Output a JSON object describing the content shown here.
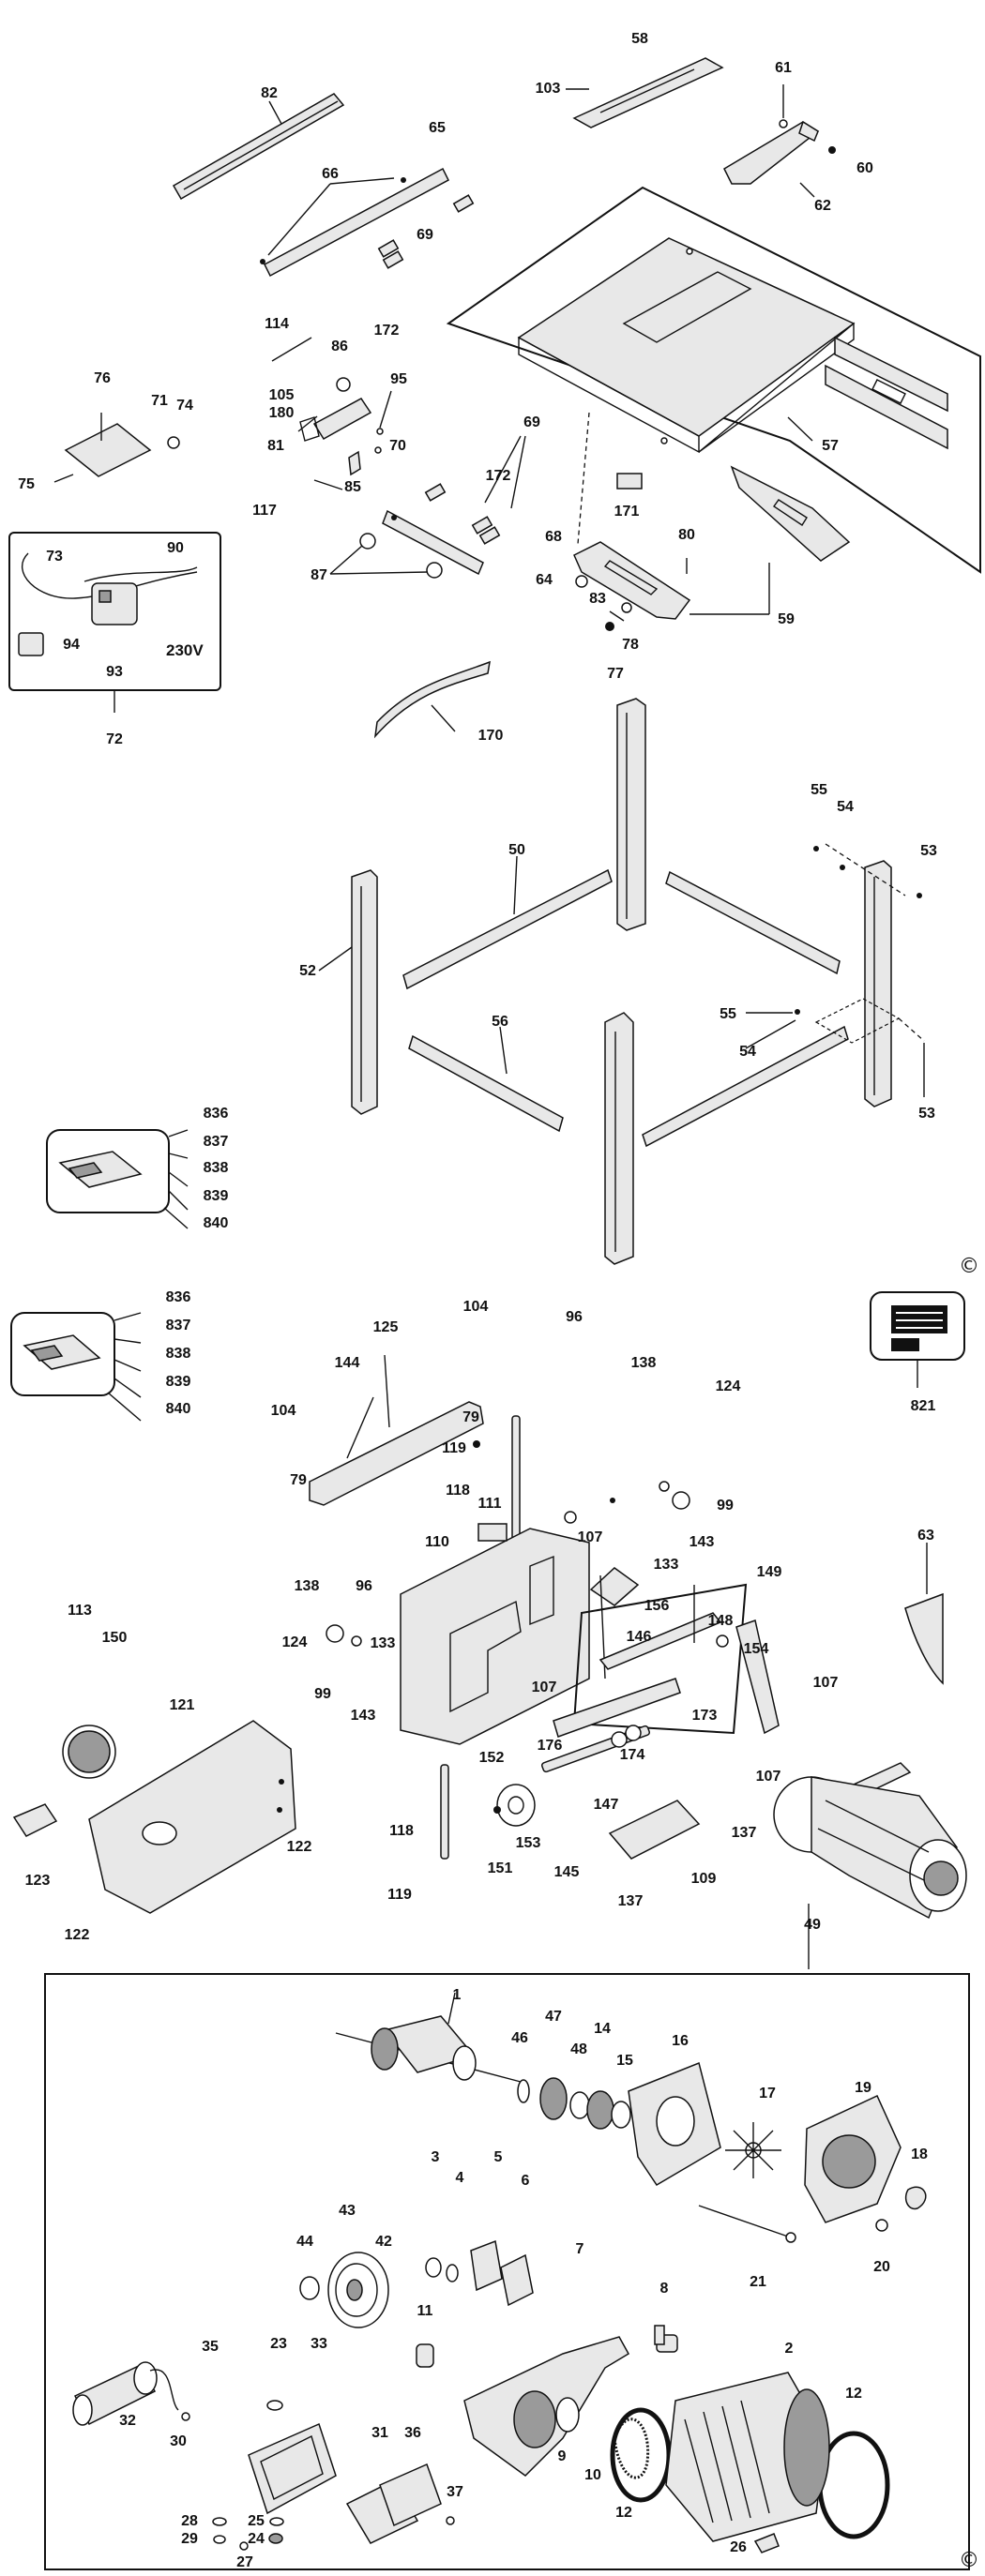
{
  "labels": {
    "l58": "58",
    "l103": "103",
    "l61": "61",
    "l82": "82",
    "l65": "65",
    "l60": "60",
    "l62": "62",
    "l66": "66",
    "l69a": "69",
    "l172a": "172",
    "l114": "114",
    "l86": "86",
    "l76": "76",
    "l71": "71",
    "l74": "74",
    "l75": "75",
    "l105": "105",
    "l180": "180",
    "l81": "81",
    "l95": "95",
    "l57": "57",
    "l70": "70",
    "l69b": "69",
    "l172b": "172",
    "l171": "171",
    "l85": "85",
    "l117": "117",
    "l73": "73",
    "l90": "90",
    "l94": "94",
    "l93": "93",
    "l72": "72",
    "l68": "68",
    "l80": "80",
    "l64": "64",
    "l83": "83",
    "l87": "87",
    "l59": "59",
    "l78": "78",
    "l77": "77",
    "l170": "170",
    "l55a": "55",
    "l54a": "54",
    "l53a": "53",
    "l50": "50",
    "l52": "52",
    "l56": "56",
    "l55b": "55",
    "l54b": "54",
    "l53b": "53",
    "l836a": "836",
    "l837a": "837",
    "l838a": "838",
    "l839a": "839",
    "l840a": "840",
    "l836b": "836",
    "l837b": "837",
    "l838b": "838",
    "l839b": "839",
    "l840b": "840",
    "l104a": "104",
    "l125": "125",
    "l96a": "96",
    "l138a": "138",
    "l124a": "124",
    "l144": "144",
    "l821": "821",
    "l104b": "104",
    "l79a": "79",
    "l79b": "79",
    "l119a": "119",
    "l118a": "118",
    "l111": "111",
    "l99a": "99",
    "l143a": "143",
    "l63": "63",
    "l133a": "133",
    "l107a": "107",
    "l110": "110",
    "l149": "149",
    "l156": "156",
    "l138b": "138",
    "l96b": "96",
    "l148": "148",
    "l146": "146",
    "l154": "154",
    "l107b": "107",
    "l113": "113",
    "l150": "150",
    "l124b": "124",
    "l133b": "133",
    "l107c": "107",
    "l121": "121",
    "l99b": "99",
    "l143b": "143",
    "l173": "173",
    "l176": "176",
    "l174": "174",
    "l107d": "107",
    "l152": "152",
    "l147": "147",
    "l137a": "137",
    "l118b": "118",
    "l122a": "122",
    "l153": "153",
    "l151": "151",
    "l145": "145",
    "l137b": "137",
    "l109": "109",
    "l123": "123",
    "l119b": "119",
    "l122b": "122",
    "l49": "49",
    "l1": "1",
    "l47": "47",
    "l46": "46",
    "l48": "48",
    "l14": "14",
    "l15": "15",
    "l16": "16",
    "l17": "17",
    "l19": "19",
    "l18": "18",
    "l3": "3",
    "l4": "4",
    "l5": "5",
    "l6": "6",
    "l7": "7",
    "l8": "8",
    "l43": "43",
    "l44": "44",
    "l42": "42",
    "l21": "21",
    "l20": "20",
    "l11": "11",
    "l2": "2",
    "l35": "35",
    "l23": "23",
    "l33": "33",
    "l32": "32",
    "l30": "30",
    "l31": "31",
    "l36": "36",
    "l9": "9",
    "l10": "10",
    "l12a": "12",
    "l12b": "12",
    "l37": "37",
    "l28": "28",
    "l29": "29",
    "l25": "25",
    "l24": "24",
    "l27": "27",
    "l26": "26"
  },
  "voltage": "230V",
  "copyright": "©"
}
